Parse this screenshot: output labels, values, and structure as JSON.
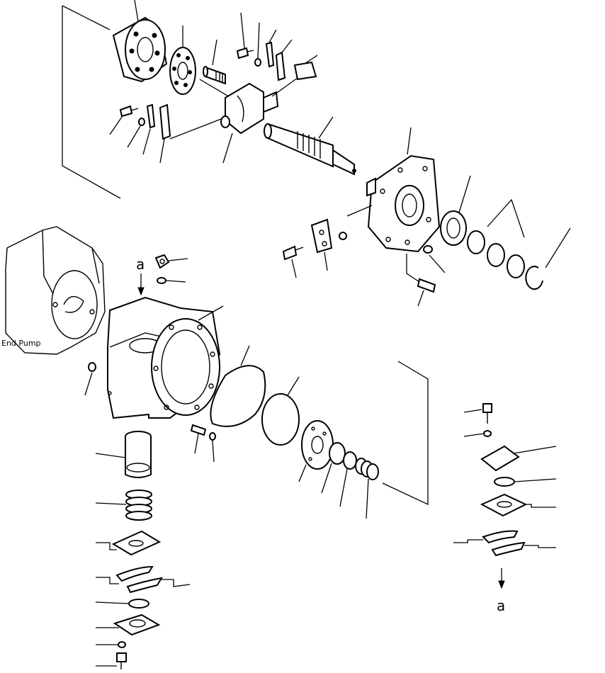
{
  "diagram": {
    "labels": {
      "end_pump": "End Pump",
      "marker_top": "a",
      "marker_bottom": "a"
    }
  }
}
